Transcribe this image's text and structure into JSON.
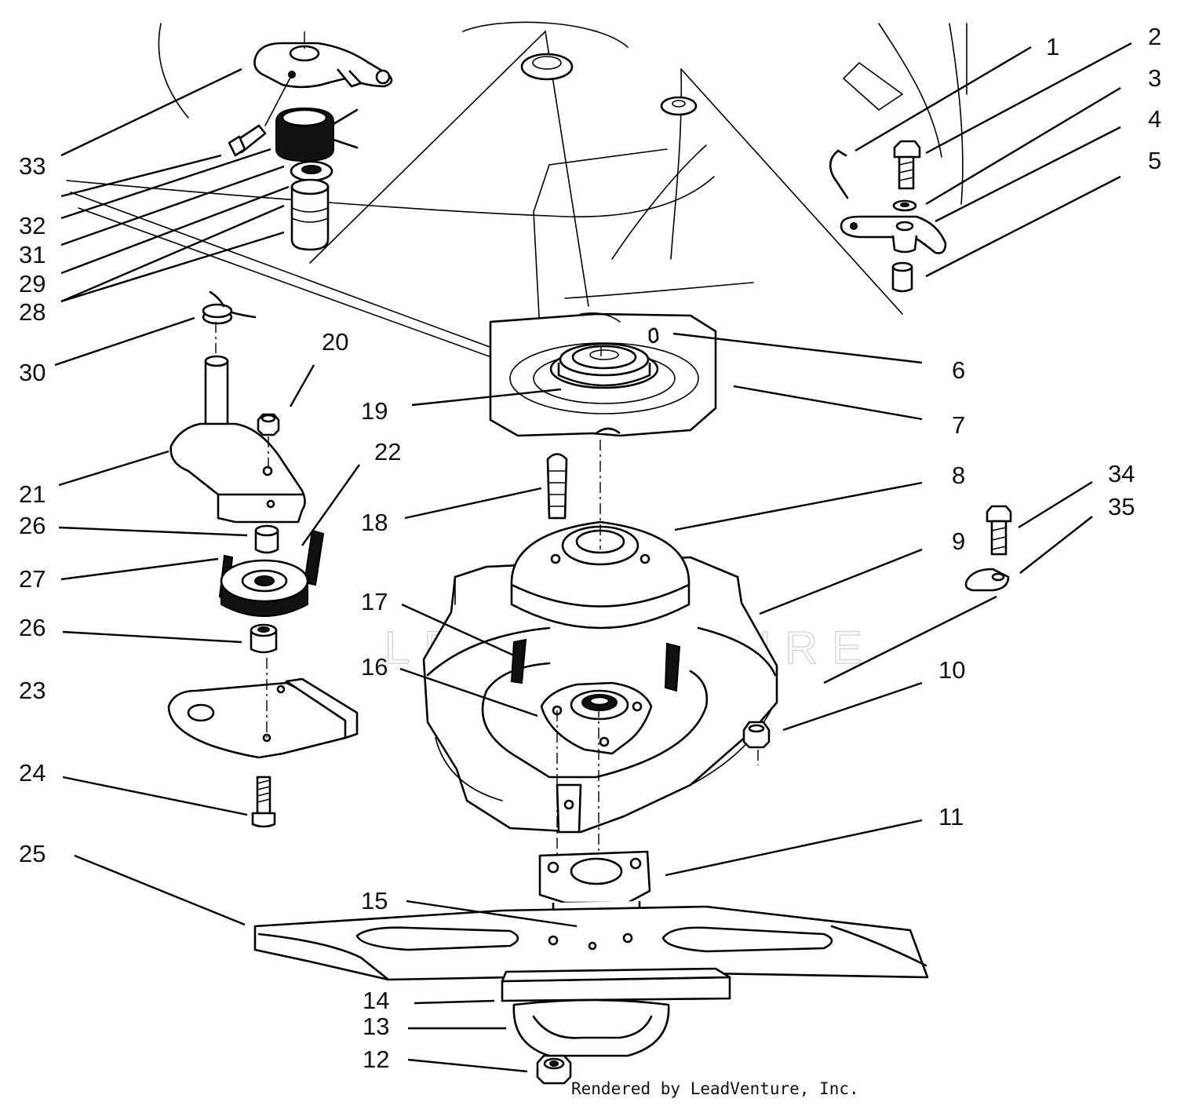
{
  "diagram": {
    "callouts": [
      {
        "id": "c1",
        "text": "1"
      },
      {
        "id": "c2",
        "text": "2"
      },
      {
        "id": "c3",
        "text": "3"
      },
      {
        "id": "c4",
        "text": "4"
      },
      {
        "id": "c5",
        "text": "5"
      },
      {
        "id": "c6",
        "text": "6"
      },
      {
        "id": "c7",
        "text": "7"
      },
      {
        "id": "c8",
        "text": "8"
      },
      {
        "id": "c9",
        "text": "9"
      },
      {
        "id": "c10",
        "text": "10"
      },
      {
        "id": "c11",
        "text": "11"
      },
      {
        "id": "c12",
        "text": "12"
      },
      {
        "id": "c13",
        "text": "13"
      },
      {
        "id": "c14",
        "text": "14"
      },
      {
        "id": "c15",
        "text": "15"
      },
      {
        "id": "c16",
        "text": "16"
      },
      {
        "id": "c17",
        "text": "17"
      },
      {
        "id": "c18",
        "text": "18"
      },
      {
        "id": "c19",
        "text": "19"
      },
      {
        "id": "c20",
        "text": "20"
      },
      {
        "id": "c21",
        "text": "21"
      },
      {
        "id": "c22",
        "text": "22"
      },
      {
        "id": "c23",
        "text": "23"
      },
      {
        "id": "c24",
        "text": "24"
      },
      {
        "id": "c25",
        "text": "25"
      },
      {
        "id": "c26a",
        "text": "26"
      },
      {
        "id": "c26b",
        "text": "26"
      },
      {
        "id": "c27",
        "text": "27"
      },
      {
        "id": "c28",
        "text": "28"
      },
      {
        "id": "c29",
        "text": "29"
      },
      {
        "id": "c30",
        "text": "30"
      },
      {
        "id": "c31",
        "text": "31"
      },
      {
        "id": "c32",
        "text": "32"
      },
      {
        "id": "c33",
        "text": "33"
      },
      {
        "id": "c34",
        "text": "34"
      },
      {
        "id": "c35",
        "text": "35"
      }
    ],
    "credit": "Rendered by LeadVenture, Inc.",
    "watermark": "LEADVENTURE"
  }
}
